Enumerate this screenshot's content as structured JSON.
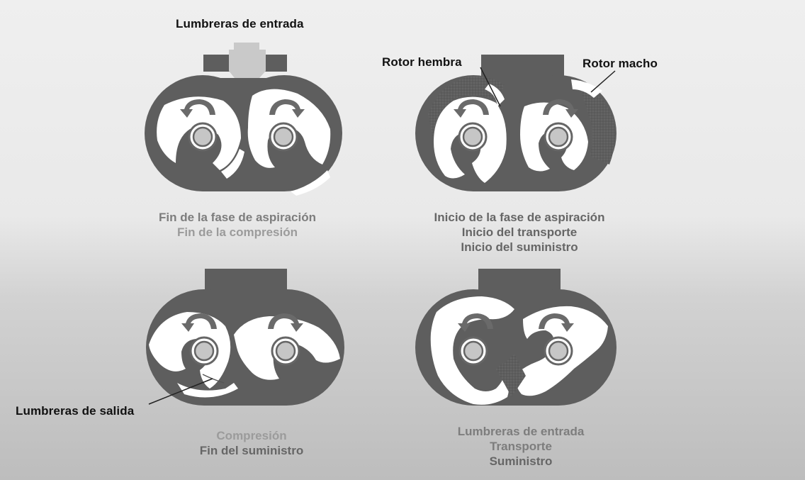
{
  "labels": {
    "inlet_ports_top": "Lumbreras de entrada",
    "female_rotor": "Rotor hembra",
    "male_rotor": "Rotor macho",
    "outlet_ports": "Lumbreras de salida"
  },
  "captions": {
    "top_left": [
      "Fin de la fase de aspiración",
      "Fin de la compresión"
    ],
    "top_right": [
      "Inicio de la fase de aspiración",
      "Inicio del transporte",
      "Inicio del suministro"
    ],
    "bottom_left": [
      "Compresión",
      "Fin del suministro"
    ],
    "bottom_right": [
      "Lumbreras de entrada",
      "Transporte",
      "Suministro"
    ]
  },
  "colors": {
    "casing": "#5e5e5e",
    "rotor": "#ffffff",
    "inlet": "#c9c9c9",
    "arrow": "#6a6a6a"
  }
}
